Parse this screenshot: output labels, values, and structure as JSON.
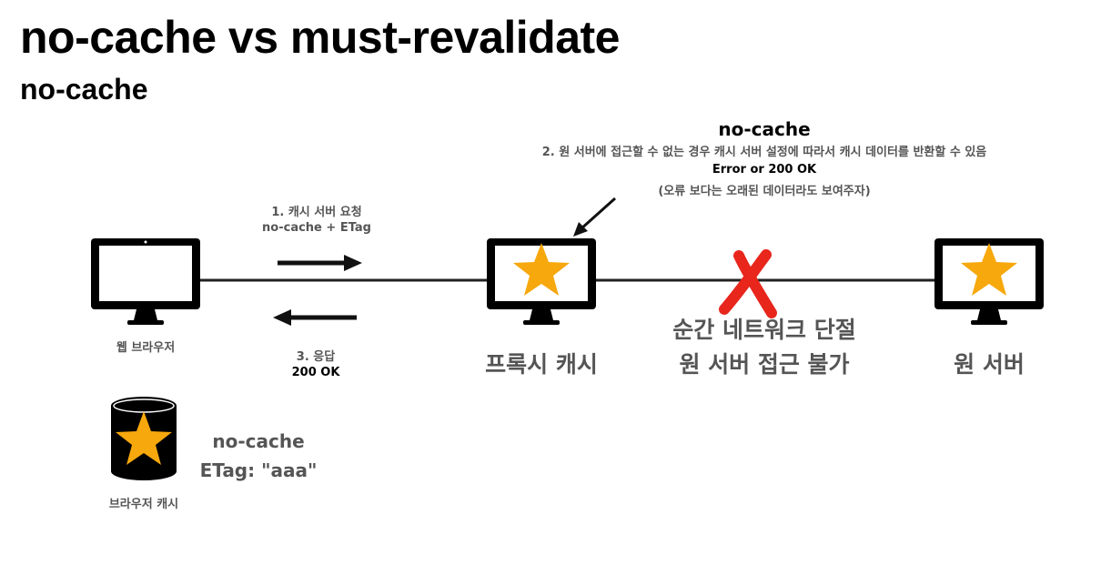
{
  "title": "no-cache vs must-revalidate",
  "subtitle": "no-cache",
  "note": {
    "heading": "no-cache",
    "line1": "2. 원 서버에 접근할 수 없는 경우 캐시 서버 설정에 따라서 캐시 데이터를 반환할 수 있음",
    "line2": "Error or 200 OK",
    "line3": "(오류 보다는 오래된 데이터라도 보여주자)"
  },
  "request": {
    "line1": "1. 캐시 서버 요청",
    "line2": "no-cache + ETag"
  },
  "response": {
    "line1": "3. 응답",
    "line2": "200 OK"
  },
  "nodes": {
    "browser": "웹 브라우저",
    "proxy": "프록시 캐시",
    "origin": "원 서버",
    "browser_cache": "브라우저 캐시"
  },
  "network_failure": {
    "line1": "순간 네트워크 단절",
    "line2": "원 서버 접근 불가"
  },
  "cache_info": {
    "line1": "no-cache",
    "line2": "ETag: \"aaa\""
  },
  "colors": {
    "star": "#F7A80C",
    "cross": "#E8261C",
    "text_gray": "#555555"
  }
}
